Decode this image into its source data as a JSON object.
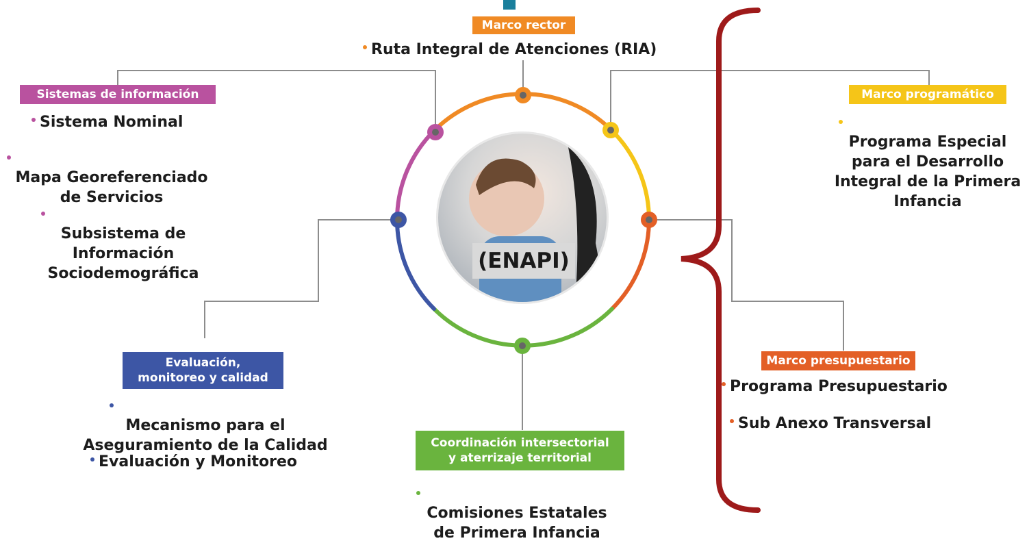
{
  "colors": {
    "rector": "#f08a24",
    "info": "#b9529f",
    "programatico": "#f5c518",
    "evaluacion": "#3d56a5",
    "presupuestario": "#e35f26",
    "coordinacion": "#6ab43e",
    "bracket": "#9e1a1a",
    "line": "#8c8c8c"
  },
  "center": {
    "label": "(ENAPI)"
  },
  "rector": {
    "tag": "Marco rector",
    "items": [
      "Ruta Integral de Atenciones (RIA)"
    ]
  },
  "info": {
    "tag": "Sistemas de información",
    "items": [
      "Sistema Nominal",
      "Mapa Georeferenciado\nde Servicios",
      "Subsistema de\nInformación\nSociodemográfica"
    ]
  },
  "programatico": {
    "tag": "Marco programático",
    "items": [
      "Programa Especial\npara el Desarrollo\nIntegral de la Primera\nInfancia"
    ]
  },
  "evaluacion": {
    "tag": "Evaluación,\nmonitoreo y calidad",
    "items": [
      "Mecanismo para el\nAseguramiento de la Calidad",
      "Evaluación y Monitoreo"
    ]
  },
  "presupuestario": {
    "tag": "Marco presupuestario",
    "items": [
      "Programa Presupuestario",
      "Sub Anexo Transversal"
    ]
  },
  "coordinacion": {
    "tag": "Coordinación intersectorial\ny aterrizaje territorial",
    "items": [
      "Comisiones Estatales\nde Primera Infancia"
    ]
  }
}
